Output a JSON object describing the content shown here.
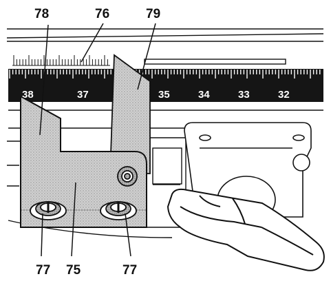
{
  "figure": {
    "scale_numbers": [
      "38",
      "37",
      "35",
      "34",
      "33",
      "32"
    ],
    "callouts": {
      "guide_bar": "76",
      "left_stop": "78",
      "right_stop": "79",
      "bracket": "75",
      "screw_left": "77",
      "screw_right": "77"
    },
    "colors": {
      "ink": "#111111",
      "scale_band": "#151515",
      "stipple": "#c4c4c4"
    }
  }
}
